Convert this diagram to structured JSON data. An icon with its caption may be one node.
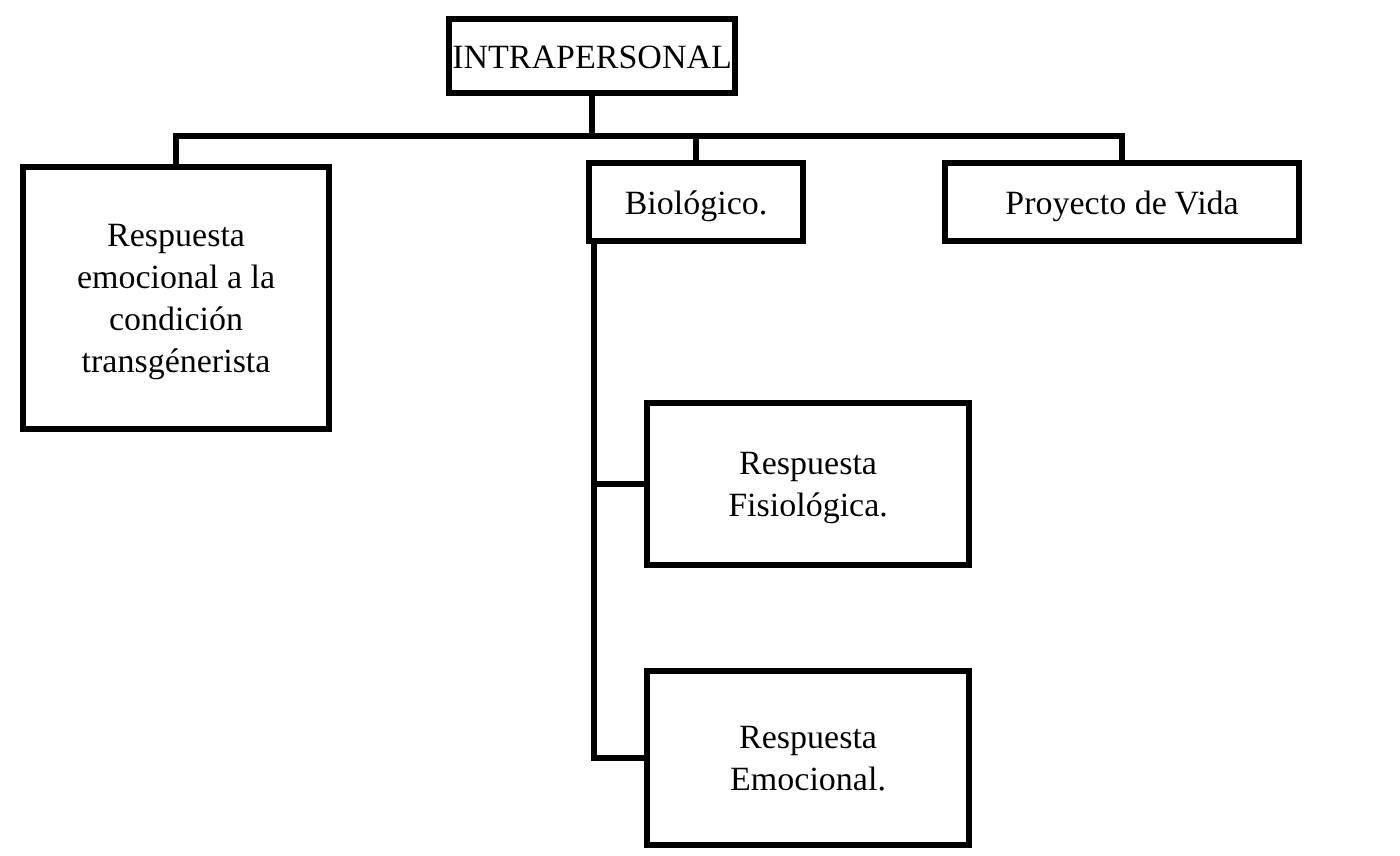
{
  "diagram": {
    "nodes": [
      {
        "text": [
          "INTRAPERSONAL"
        ]
      },
      {
        "text": [
          "Respuesta emocional a la condición transgénerista"
        ]
      },
      {
        "text": [
          "Biológico."
        ]
      },
      {
        "text": [
          "Proyecto de Vida"
        ]
      },
      {
        "text": [
          "Respuesta Fisiológica."
        ]
      },
      {
        "text": [
          "Respuesta Emocional."
        ]
      }
    ],
    "edges": [
      {
        "from": 0,
        "to": 1,
        "arrow": "none"
      },
      {
        "from": 0,
        "to": 2,
        "arrow": "none"
      },
      {
        "from": 0,
        "to": 3,
        "arrow": "none"
      },
      {
        "from": 2,
        "to": 4,
        "arrow": "none"
      },
      {
        "from": 2,
        "to": 5,
        "arrow": "none"
      }
    ]
  }
}
